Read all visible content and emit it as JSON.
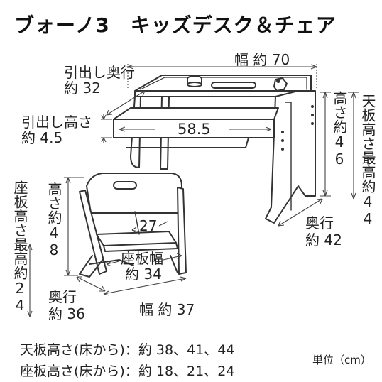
{
  "title": "ブォーノ3　キッズデスク＆チェア",
  "labels": {
    "desk_width": "幅 約 70",
    "drawer_depth_1": "引出し奥行",
    "drawer_depth_2": "約 32",
    "drawer_height_1": "引出し高さ",
    "drawer_height_2": "約 4.5",
    "drawer_width": "58.5",
    "desk_height_v": "高さ約46",
    "desk_top_height_v": "天板高さ最高約44",
    "desk_depth_1": "奥行",
    "desk_depth_2": "約 42",
    "chair_height_v": "高さ約48",
    "chair_seat_height_v": "座板高さ最高約24",
    "chair_inner_width": "27",
    "seat_width_1": "座板幅",
    "seat_width_2": "約 34",
    "chair_depth_1": "奥行",
    "chair_depth_2": "約 36",
    "chair_width": "幅 約 37"
  },
  "footer": {
    "desk_top_heights": "天板高さ(床から)：約 38、41、44",
    "seat_heights": "座板高さ(床から)：約 18、21、24",
    "unit": "単位（cm）"
  }
}
